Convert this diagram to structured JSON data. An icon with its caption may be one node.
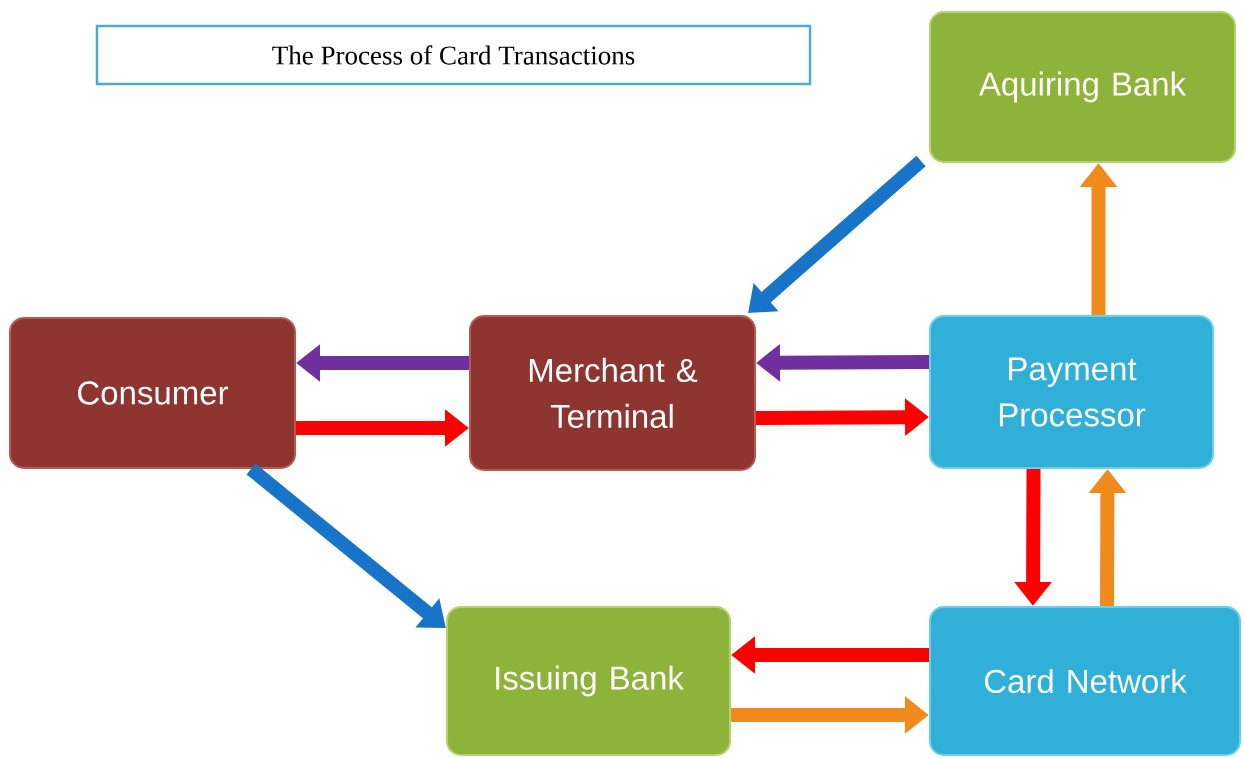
{
  "diagram": {
    "title": "The Process of Card Transactions",
    "nodes": [
      {
        "text": [
          "Consumer"
        ]
      },
      {
        "text": [
          "Merchant & Terminal"
        ]
      },
      {
        "text": [
          "Payment Processor"
        ]
      },
      {
        "text": [
          "Aquiring Bank"
        ]
      },
      {
        "text": [
          "Issuing Bank"
        ]
      },
      {
        "text": [
          "Card Network"
        ]
      }
    ],
    "edges": [
      {
        "from": 1,
        "to": 0,
        "arrow": "to",
        "color": "#7030a0"
      },
      {
        "from": 0,
        "to": 1,
        "arrow": "to",
        "color": "#ff0000"
      },
      {
        "from": 2,
        "to": 1,
        "arrow": "to",
        "color": "#7030a0"
      },
      {
        "from": 1,
        "to": 2,
        "arrow": "to",
        "color": "#ff0000"
      },
      {
        "from": 2,
        "to": 3,
        "arrow": "to",
        "color": "#f08a1c"
      },
      {
        "from": 3,
        "to": 1,
        "arrow": "to",
        "color": "#1874c8"
      },
      {
        "from": 0,
        "to": 4,
        "arrow": "to",
        "color": "#1874c8"
      },
      {
        "from": 2,
        "to": 5,
        "arrow": "to",
        "color": "#ff0000"
      },
      {
        "from": 5,
        "to": 2,
        "arrow": "to",
        "color": "#f08a1c"
      },
      {
        "from": 5,
        "to": 4,
        "arrow": "to",
        "color": "#ff0000"
      },
      {
        "from": 4,
        "to": 5,
        "arrow": "to",
        "color": "#f08a1c"
      }
    ]
  }
}
